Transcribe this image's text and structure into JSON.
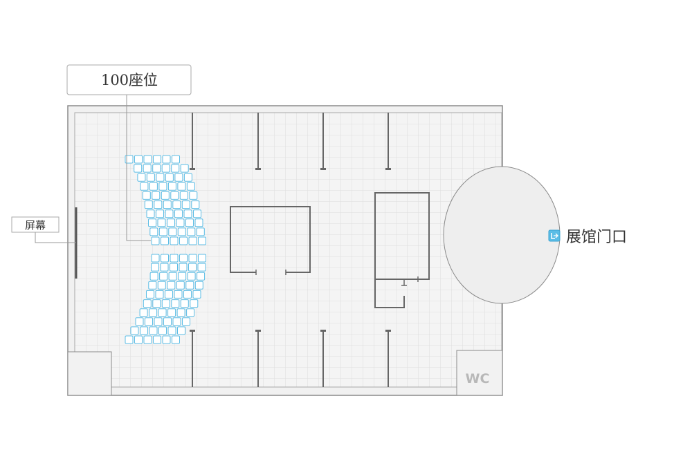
{
  "callouts": {
    "seats": "100座位",
    "screen": "屏幕",
    "entrance": "展馆门口"
  },
  "rooms": {
    "restroom": "WC"
  },
  "colors": {
    "seat_stroke": "#5bbde6",
    "seat_fill": "#ffffff",
    "entrance_icon": "#5bbde6",
    "wall": "#666666",
    "grid": "#dcdcdc",
    "floor": "#f4f4f4"
  },
  "icons": {
    "entrance": "exit-door-icon"
  }
}
